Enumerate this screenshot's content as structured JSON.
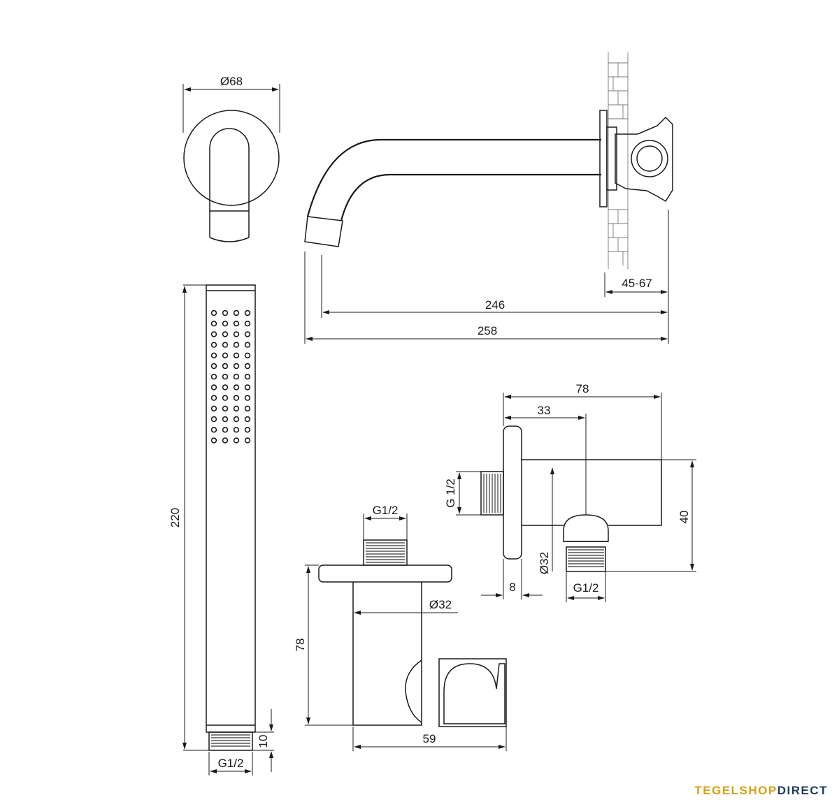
{
  "dimensions": {
    "spout_diameter": "Ø68",
    "wall_thickness": "45-67",
    "spout_reach_inner": "246",
    "spout_reach_total": "258",
    "handshower_length": "220",
    "handshower_thread": "G1/2",
    "handshower_thread_length": "10",
    "elbow_width": "78",
    "elbow_outlet_offset": "33",
    "elbow_inlet_thread": "G 1/2",
    "elbow_height": "40",
    "elbow_outlet_diameter": "Ø32",
    "elbow_flange": "8",
    "elbow_outlet_thread": "G1/2",
    "holder_thread": "G1/2",
    "holder_diameter": "Ø32",
    "holder_height": "78",
    "holder_width": "59"
  },
  "brand": {
    "part1": "TEGELSHOP",
    "part2": "DIRECT"
  },
  "colors": {
    "line": "#1a1a1a",
    "brand_gold": "#d4a017",
    "brand_blue": "#1f3b68"
  }
}
